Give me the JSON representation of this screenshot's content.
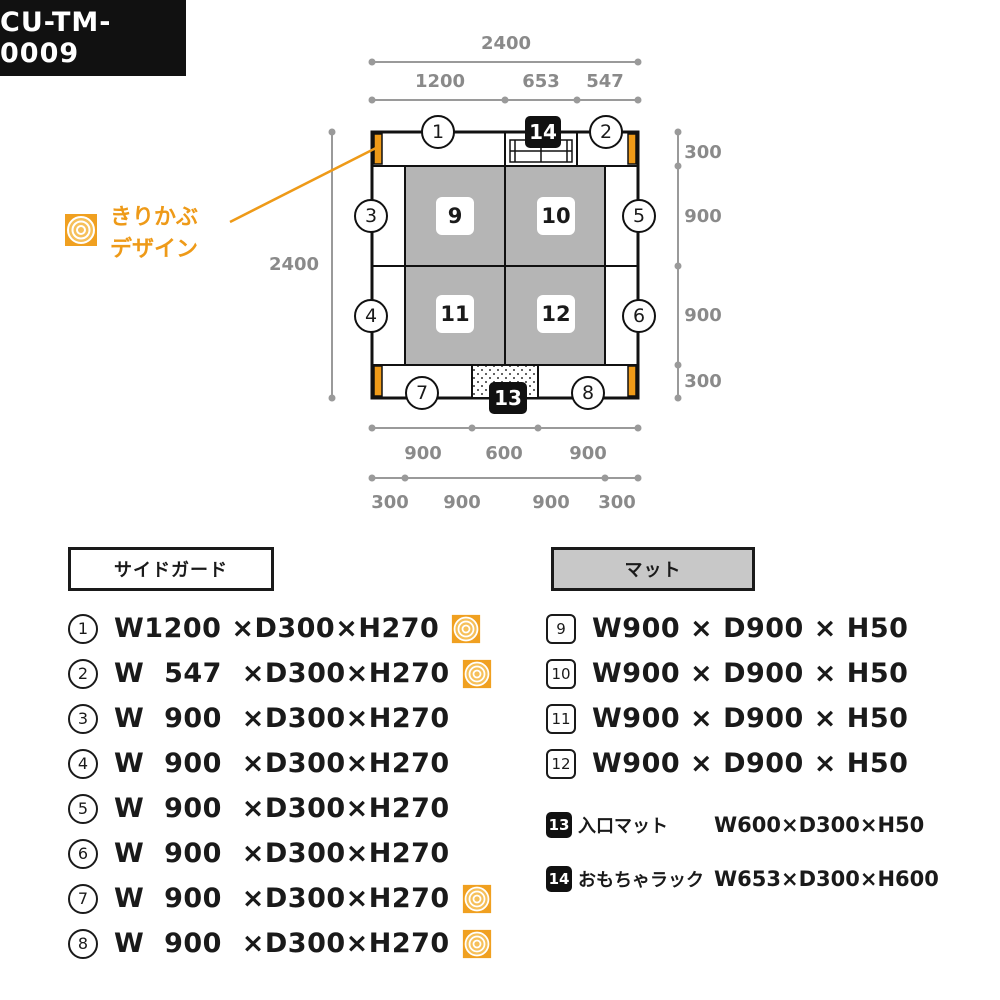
{
  "code": "CU-TM-0009",
  "dimensions": {
    "top_total": "2400",
    "top_parts": [
      "1200",
      "653",
      "547"
    ],
    "left_total": "2400",
    "right_parts": [
      "300",
      "900",
      "900",
      "300"
    ],
    "bottom_row1": [
      "900",
      "600",
      "900"
    ],
    "bottom_row2": [
      "300",
      "900",
      "900",
      "300"
    ]
  },
  "plan": {
    "guards": [
      "1",
      "2",
      "3",
      "4",
      "5",
      "6",
      "7",
      "8"
    ],
    "mats": [
      "9",
      "10",
      "11",
      "12"
    ],
    "entrance_mat": "13",
    "toy_rack": "14"
  },
  "annotation": {
    "line1": "きりかぶ",
    "line2": "デザイン",
    "icon": "stump-ring-icon",
    "color": "#ee9a18"
  },
  "side_guard": {
    "header": "サイドガード",
    "items": [
      {
        "num": "1",
        "text": "W1200 ×D300×H270",
        "stump": true
      },
      {
        "num": "2",
        "text": "W  547  ×D300×H270",
        "stump": true
      },
      {
        "num": "3",
        "text": "W  900  ×D300×H270",
        "stump": false
      },
      {
        "num": "4",
        "text": "W  900  ×D300×H270",
        "stump": false
      },
      {
        "num": "5",
        "text": "W  900  ×D300×H270",
        "stump": false
      },
      {
        "num": "6",
        "text": "W  900  ×D300×H270",
        "stump": false
      },
      {
        "num": "7",
        "text": "W  900  ×D300×H270",
        "stump": true
      },
      {
        "num": "8",
        "text": "W  900  ×D300×H270",
        "stump": true
      }
    ]
  },
  "mat": {
    "header": "マット",
    "items": [
      {
        "num": "9",
        "text": "W900 × D900 × H50"
      },
      {
        "num": "10",
        "text": "W900 × D900 × H50"
      },
      {
        "num": "11",
        "text": "W900 × D900 × H50"
      },
      {
        "num": "12",
        "text": "W900 × D900 × H50"
      }
    ]
  },
  "extras": [
    {
      "num": "13",
      "name": "入口マット",
      "dims": "W600×D300×H50"
    },
    {
      "num": "14",
      "name": "おもちゃラック",
      "dims": "W653×D300×H600"
    }
  ]
}
